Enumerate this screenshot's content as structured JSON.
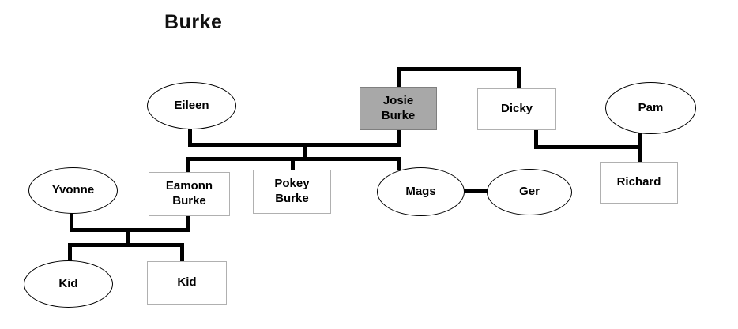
{
  "title": "Burke",
  "nodes": {
    "eileen": {
      "label": "Eileen",
      "shape": "ellipse"
    },
    "josie": {
      "label": "Josie\nBurke",
      "shape": "rect",
      "highlighted": true
    },
    "dicky": {
      "label": "Dicky",
      "shape": "rect"
    },
    "pam": {
      "label": "Pam",
      "shape": "ellipse"
    },
    "yvonne": {
      "label": "Yvonne",
      "shape": "ellipse"
    },
    "eamonn": {
      "label": "Eamonn\nBurke",
      "shape": "rect"
    },
    "pokey": {
      "label": "Pokey\nBurke",
      "shape": "rect"
    },
    "mags": {
      "label": "Mags",
      "shape": "ellipse"
    },
    "ger": {
      "label": "Ger",
      "shape": "ellipse"
    },
    "richard": {
      "label": "Richard",
      "shape": "rect"
    },
    "kid_left": {
      "label": "Kid",
      "shape": "ellipse"
    },
    "kid_right": {
      "label": "Kid",
      "shape": "rect"
    }
  },
  "colors": {
    "highlight_fill": "#a8a8a8",
    "line": "#000000",
    "rect_border": "#b0b0b0",
    "ellipse_border": "#000000"
  }
}
